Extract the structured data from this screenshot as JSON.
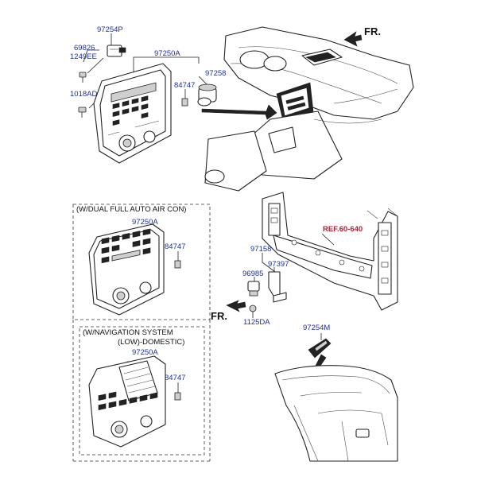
{
  "labels": {
    "p97254P": "97254P",
    "p69826": "69826",
    "p1249EE": "1249EE",
    "p97250A_1": "97250A",
    "p97258": "97258",
    "p84747_1": "84747",
    "p1018AD": "1018AD",
    "fr_top": "FR.",
    "caption1": "(W/DUAL FULL AUTO AIR CON)",
    "p97250A_2": "97250A",
    "p84747_2": "84747",
    "ref": "REF.60-640",
    "p97158": "97158",
    "p97397": "97397",
    "p96985": "96985",
    "fr_mid": "FR.",
    "p1125DA": "1125DA",
    "caption2a": "(W/NAVIGATION SYSTEM",
    "caption2b": "(LOW)-DOMESTIC)",
    "p97250A_3": "97250A",
    "p84747_3": "84747",
    "p97254M": "97254M"
  },
  "colors": {
    "part_label": "#1d2fa0",
    "ref_label": "#c0182f",
    "line": "#222222"
  }
}
